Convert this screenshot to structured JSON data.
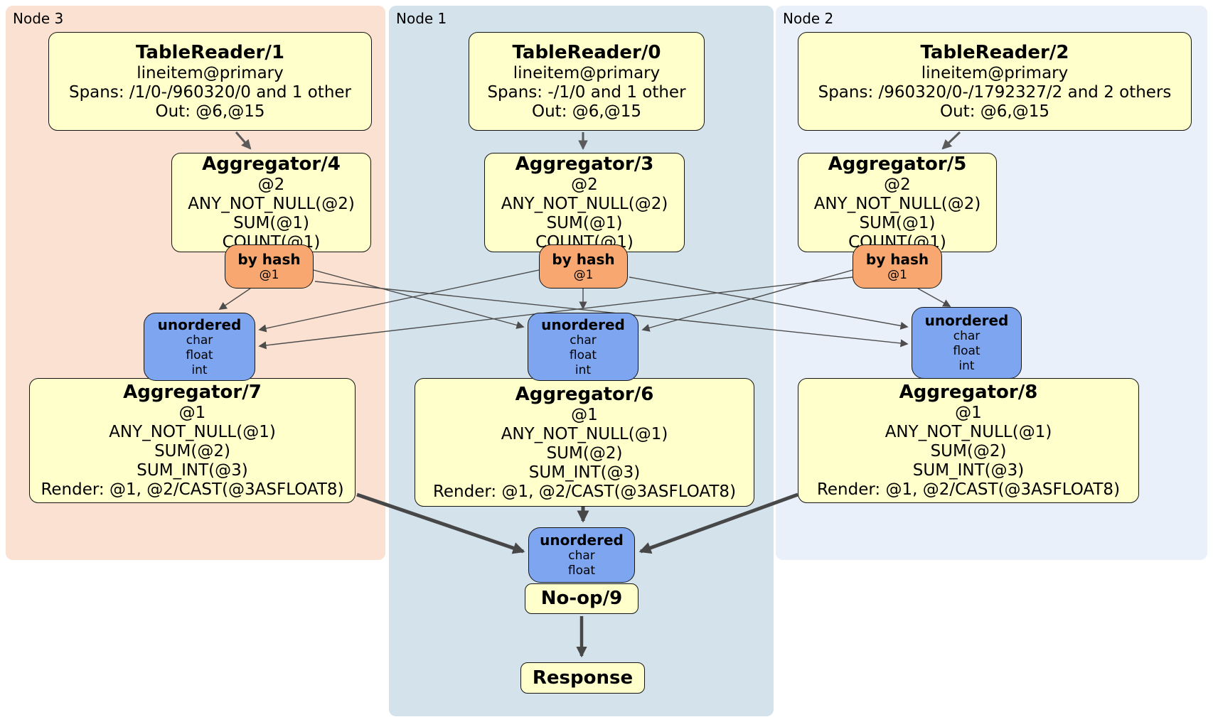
{
  "colors": {
    "background": "#ffffff",
    "panel_node3": "#FBE1D1",
    "panel_node1": "#D4E2EB",
    "panel_node2": "#EAF0F9",
    "processor_fill": "#FFFFCC",
    "hash_router_fill": "#F7A76F",
    "sync_router_fill": "#7EA6F0",
    "box_border": "#141414",
    "edge_thin": "#4c4c4c",
    "edge_medium": "#5b5b5b",
    "edge_thick": "#474747"
  },
  "panels": {
    "node3": {
      "label": "Node 3"
    },
    "node1": {
      "label": "Node 1"
    },
    "node2": {
      "label": "Node 2"
    }
  },
  "processors": {
    "tr1": {
      "title": "TableReader/1",
      "body": [
        "lineitem@primary",
        "Spans: /1/0-/960320/0 and 1 other",
        "Out: @6,@15"
      ]
    },
    "tr0": {
      "title": "TableReader/0",
      "body": [
        "lineitem@primary",
        "Spans: -/1/0 and 1 other",
        "Out: @6,@15"
      ]
    },
    "tr2": {
      "title": "TableReader/2",
      "body": [
        "lineitem@primary",
        "Spans: /960320/0-/1792327/2 and 2 others",
        "Out: @6,@15"
      ]
    },
    "agg4": {
      "title": "Aggregator/4",
      "body": [
        "@2",
        "ANY_NOT_NULL(@2)",
        "SUM(@1)",
        "COUNT(@1)"
      ]
    },
    "agg3": {
      "title": "Aggregator/3",
      "body": [
        "@2",
        "ANY_NOT_NULL(@2)",
        "SUM(@1)",
        "COUNT(@1)"
      ]
    },
    "agg5": {
      "title": "Aggregator/5",
      "body": [
        "@2",
        "ANY_NOT_NULL(@2)",
        "SUM(@1)",
        "COUNT(@1)"
      ]
    },
    "agg7": {
      "title": "Aggregator/7",
      "body": [
        "@1",
        "ANY_NOT_NULL(@1)",
        "SUM(@2)",
        "SUM_INT(@3)",
        "Render: @1, @2/CAST(@3ASFLOAT8)"
      ]
    },
    "agg6": {
      "title": "Aggregator/6",
      "body": [
        "@1",
        "ANY_NOT_NULL(@1)",
        "SUM(@2)",
        "SUM_INT(@3)",
        "Render: @1, @2/CAST(@3ASFLOAT8)"
      ]
    },
    "agg8": {
      "title": "Aggregator/8",
      "body": [
        "@1",
        "ANY_NOT_NULL(@1)",
        "SUM(@2)",
        "SUM_INT(@3)",
        "Render: @1, @2/CAST(@3ASFLOAT8)"
      ]
    },
    "noop": {
      "title": "No-op/9"
    },
    "response": {
      "title": "Response"
    }
  },
  "routers": {
    "byhash3": {
      "title": "by hash",
      "body": [
        "@1"
      ]
    },
    "byhash1": {
      "title": "by hash",
      "body": [
        "@1"
      ]
    },
    "byhash2": {
      "title": "by hash",
      "body": [
        "@1"
      ]
    },
    "unordered3": {
      "title": "unordered",
      "body": [
        "char",
        "float",
        "int"
      ]
    },
    "unordered1": {
      "title": "unordered",
      "body": [
        "char",
        "float",
        "int"
      ]
    },
    "unordered2": {
      "title": "unordered",
      "body": [
        "char",
        "float",
        "int"
      ]
    },
    "unordered_final": {
      "title": "unordered",
      "body": [
        "char",
        "float"
      ]
    }
  }
}
